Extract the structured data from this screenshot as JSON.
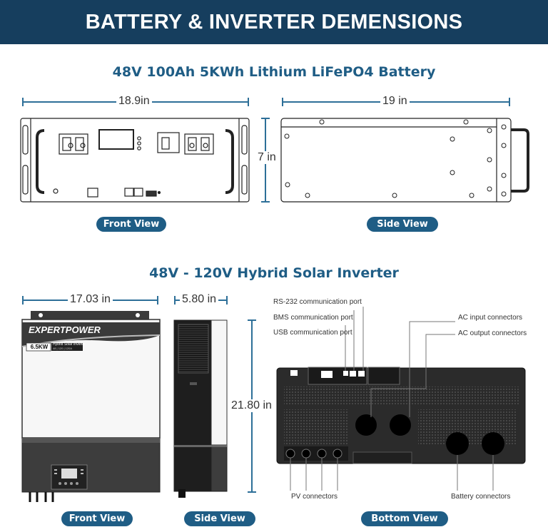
{
  "header": {
    "title": "BATTERY & INVERTER DEMENSIONS"
  },
  "battery": {
    "title": "48V 100Ah 5KWh Lithium LiFePO4 Battery",
    "front_width": "18.9in",
    "side_width": "19 in",
    "height": "7 in",
    "front_label": "Front View",
    "side_label": "Side View"
  },
  "inverter": {
    "title": "48V - 120V Hybrid Solar Inverter",
    "front_width": "17.03 in",
    "side_width": "5.80 in",
    "height": "21.80 in",
    "brand": "EXPERTPOWER",
    "model": "6.5KW",
    "model_desc": "Hybrid Solar Inverter",
    "model_spec": "48 | 120 | 120A",
    "front_label": "Front View",
    "side_label": "Side View",
    "bottom_label": "Bottom View",
    "ports": {
      "rs232": "RS-232 communication port",
      "bms": "BMS communication port",
      "usb": "USB communication port",
      "ac_input": "AC input connectors",
      "ac_output": "AC output connectors",
      "pv": "PV connectors",
      "battery": "Battery connectors"
    }
  },
  "colors": {
    "banner": "#163e5e",
    "accent": "#1f5d85",
    "dark_panel": "#2b2b2b"
  }
}
